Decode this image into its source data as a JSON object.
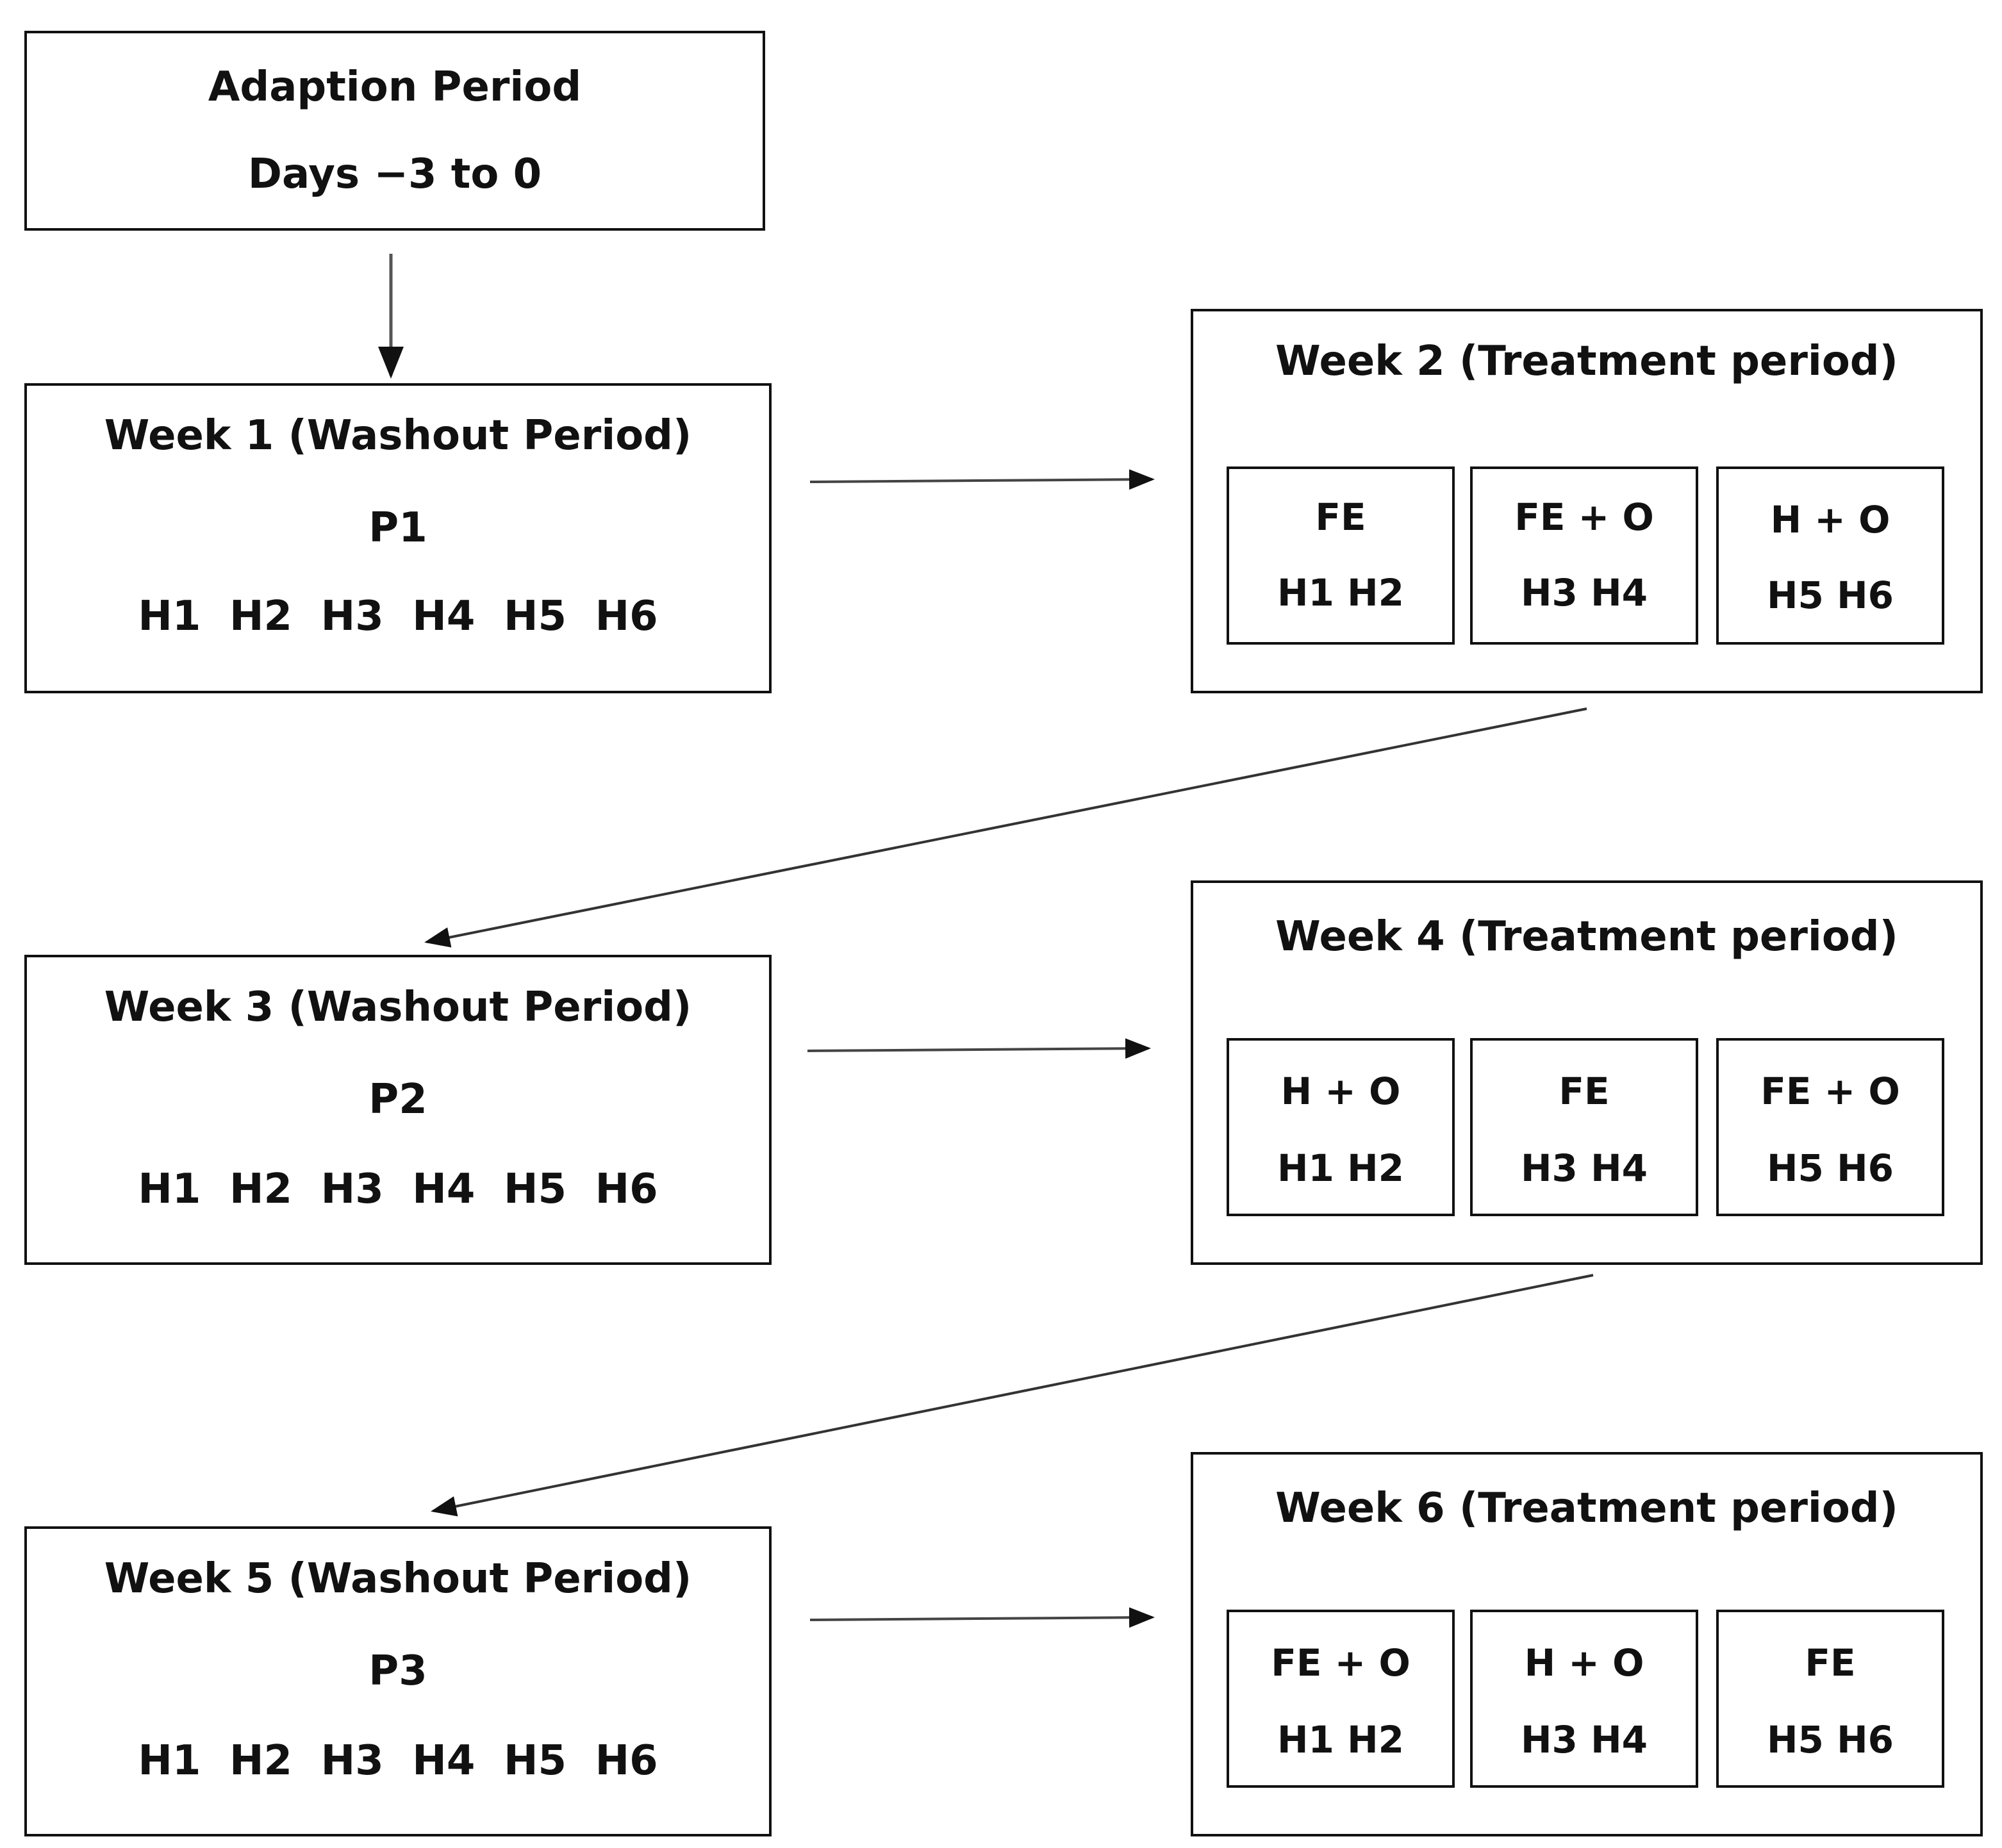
{
  "adaption": {
    "title": "Adaption Period",
    "days": "Days −3 to 0"
  },
  "washouts": [
    {
      "title": "Week 1 (Washout Period)",
      "period": "P1",
      "hens": "H1  H2  H3  H4  H5  H6"
    },
    {
      "title": "Week 3 (Washout Period)",
      "period": "P2",
      "hens": "H1  H2  H3  H4  H5  H6"
    },
    {
      "title": "Week 5 (Washout Period)",
      "period": "P3",
      "hens": "H1  H2  H3  H4  H5  H6"
    }
  ],
  "treatments": [
    {
      "title": "Week 2 (Treatment period)",
      "groups": [
        {
          "diet": "FE",
          "hens": "H1 H2"
        },
        {
          "diet": "FE + O",
          "hens": "H3 H4"
        },
        {
          "diet": "H + O",
          "hens": "H5 H6"
        }
      ]
    },
    {
      "title": "Week 4 (Treatment period)",
      "groups": [
        {
          "diet": "H + O",
          "hens": "H1 H2"
        },
        {
          "diet": "FE",
          "hens": "H3 H4"
        },
        {
          "diet": "FE + O",
          "hens": "H5 H6"
        }
      ]
    },
    {
      "title": "Week 6 (Treatment period)",
      "groups": [
        {
          "diet": "FE + O",
          "hens": "H1 H2"
        },
        {
          "diet": "H + O",
          "hens": "H3 H4"
        },
        {
          "diet": "FE",
          "hens": "H5 H6"
        }
      ]
    }
  ]
}
